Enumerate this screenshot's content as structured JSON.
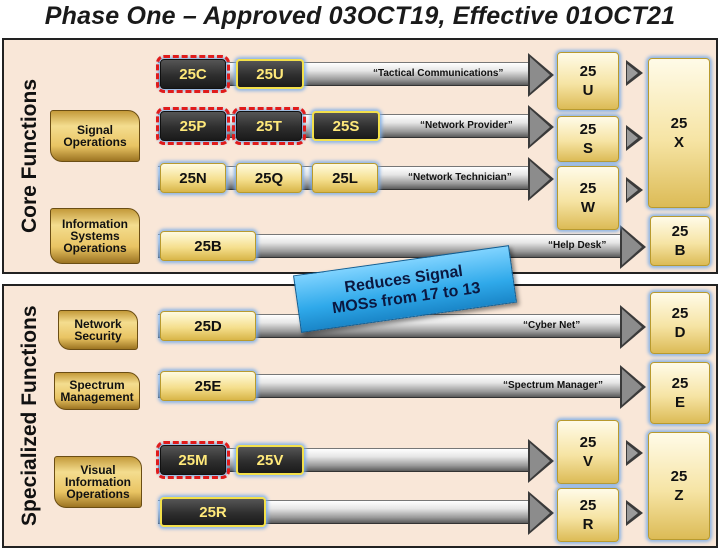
{
  "title": "Phase One – Approved 03OCT19, Effective 01OCT21",
  "callout": {
    "line1": "Reduces Signal",
    "line2": "MOSs from 17 to 13"
  },
  "core": {
    "section_label": "Core Functions",
    "groups": {
      "signal_operations": "Signal\nOperations",
      "information_systems_operations": "Information\nSystems\nOperations"
    },
    "rows": [
      {
        "mos": [
          "25C",
          "25U"
        ],
        "arrow_label": "“Tactical Communications”"
      },
      {
        "mos": [
          "25P",
          "25T",
          "25S"
        ],
        "arrow_label": "“Network Provider”"
      },
      {
        "mos": [
          "25N",
          "25Q",
          "25L"
        ],
        "arrow_label": "“Network Technician”"
      },
      {
        "mos": [
          "25B"
        ],
        "arrow_label": "“Help Desk”"
      }
    ],
    "targets": {
      "u": "25\nU",
      "s": "25\nS",
      "w": "25\nW",
      "x": "25\nX",
      "b": "25\nB"
    }
  },
  "specialized": {
    "section_label": "Specialized Functions",
    "groups": {
      "network_security": "Network\nSecurity",
      "spectrum_management": "Spectrum\nManagement",
      "visual_information_operations": "Visual\nInformation\nOperations"
    },
    "rows": [
      {
        "mos": [
          "25D"
        ],
        "arrow_label": "“Cyber Net”"
      },
      {
        "mos": [
          "25E"
        ],
        "arrow_label": "“Spectrum Manager”"
      },
      {
        "mos": [
          "25M",
          "25V"
        ],
        "arrow_label": ""
      },
      {
        "mos": [
          "25R"
        ],
        "arrow_label": ""
      }
    ],
    "targets": {
      "d": "25\nD",
      "e": "25\nE",
      "v": "25\nV",
      "z": "25\nZ",
      "r": "25\nR"
    }
  },
  "colors": {
    "panel": "#f9e7d8",
    "mos_gold": "#f5df8e",
    "mos_dark": "#2e2e2e",
    "red_dashed": "#e01b1b",
    "callout": "#2fa9ea"
  }
}
